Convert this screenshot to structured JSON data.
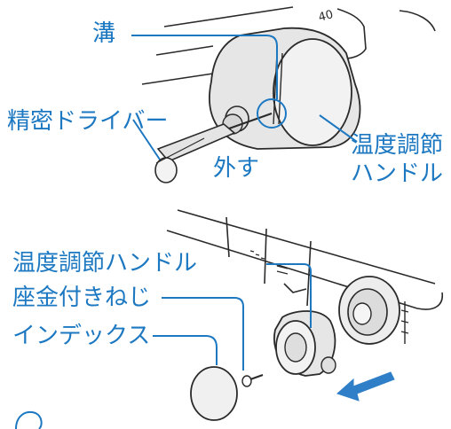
{
  "top_diagram": {
    "label_groove": "溝",
    "label_screwdriver": "精密ドライバー",
    "label_remove": "外す",
    "label_temp_handle": "温度調節\nハンドル",
    "dial_mark": "40"
  },
  "bottom_diagram": {
    "label_temp_handle": "温度調節ハンドル",
    "label_washer_screw": "座金付きねじ",
    "label_index": "インデックス"
  },
  "colors": {
    "label": "#1d78c2",
    "leader": "#1d78c2",
    "arrow": "#2f7fc8",
    "line_art": "#2a2a2a",
    "handle_fill": "#e6e6e6"
  }
}
